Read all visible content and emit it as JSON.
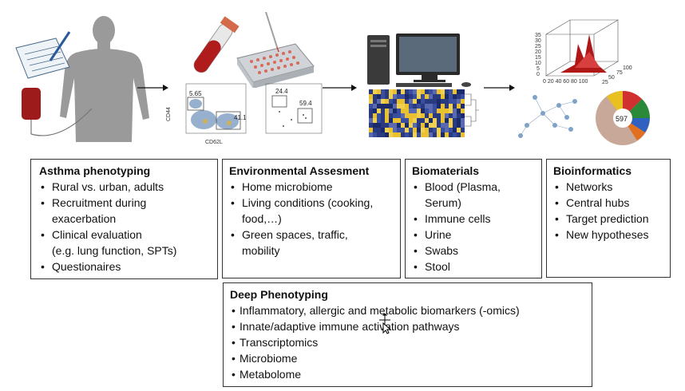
{
  "flow": {
    "flow_values": {
      "gate1_upper": "5.65",
      "gate1_right": "41.1",
      "gate2_upper": "24.4",
      "gate2_right": "59.4",
      "axis_y": "CD44",
      "axis_x": "CD62L",
      "pie_label": "597"
    },
    "plot3d_ticks": {
      "z": [
        "35",
        "30",
        "25",
        "20",
        "15",
        "10",
        "5",
        "0"
      ],
      "x": "0 20 40 60 80 100",
      "y": [
        "100",
        "75",
        "50",
        "25"
      ]
    }
  },
  "boxes": {
    "asthma": {
      "title": "Asthma phenotyping",
      "items": [
        "Rural vs. urban, adults",
        "Recruitment during",
        "exacerbation",
        "Clinical evaluation",
        "(e.g. lung function, SPTs)",
        "Questionaires"
      ]
    },
    "environmental": {
      "title": "Environmental Assesment",
      "items": [
        "Home microbiome",
        "Living conditions (cooking,",
        "food,…)",
        "Green spaces, traffic,",
        "mobility"
      ]
    },
    "biomaterials": {
      "title": "Biomaterials",
      "items": [
        "Blood (Plasma,",
        "Serum)",
        "Immune cells",
        "Urine",
        "Swabs",
        "Stool"
      ]
    },
    "bioinformatics": {
      "title": "Bioinformatics",
      "items": [
        "Networks",
        "Central hubs",
        "Target prediction",
        "New hypotheses"
      ]
    },
    "deep": {
      "title": "Deep Phenotyping",
      "items": [
        "Inflammatory, allergic and metabolic biomarkers (-omics)",
        "Innate/adaptive immune activation pathways",
        "Transcriptomics",
        "Microbiome",
        "Metabolome"
      ]
    }
  }
}
